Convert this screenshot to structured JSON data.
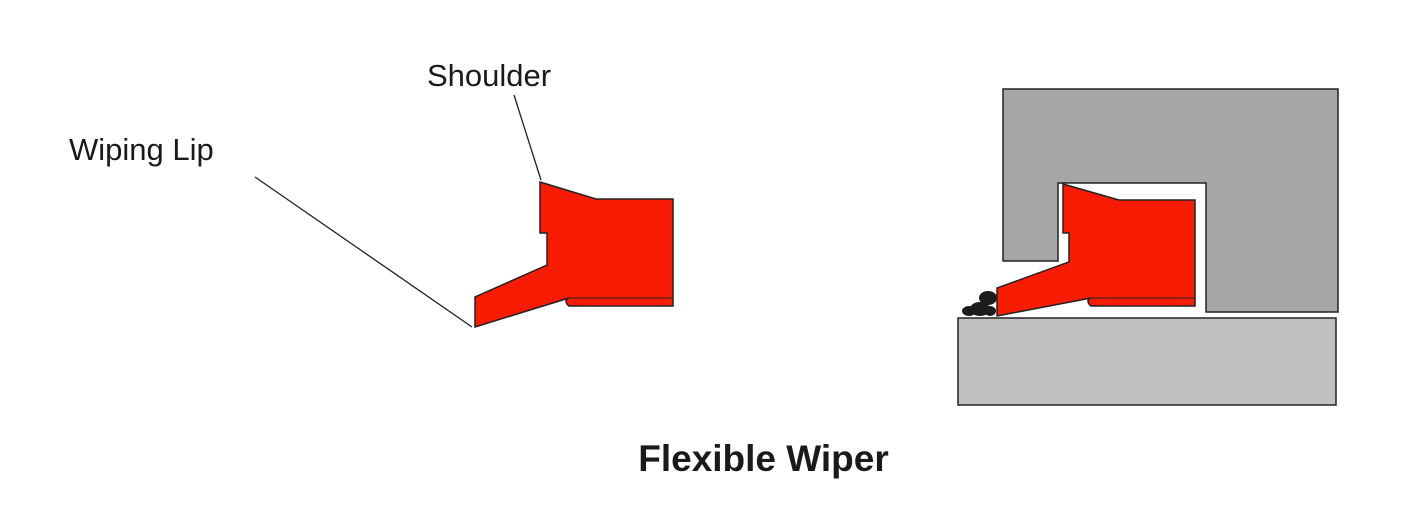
{
  "labels": {
    "shoulder": "Shoulder",
    "wiping_lip": "Wiping Lip"
  },
  "caption": "Flexible Wiper",
  "colors": {
    "seal": "#f81c05",
    "housing": "#a6a6a6",
    "rod": "#c1c1c1",
    "debris": "#1c1c1c",
    "outline": "#222222"
  }
}
